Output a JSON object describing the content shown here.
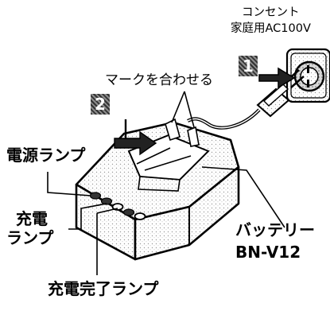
{
  "outlet": {
    "line1": "コンセント",
    "line2": "家庭用AC100V"
  },
  "steps": {
    "step1": "1",
    "step2": "2"
  },
  "align_mark_label": "マークを合わせる",
  "power_lamp_label": "電源ランプ",
  "charge_lamp_label": {
    "line1": "充電",
    "line2": "ランプ"
  },
  "charge_complete_lamp_label": "充電完了ランプ",
  "battery_label": {
    "line1": "バッテリー",
    "line2": "BN-V12"
  }
}
